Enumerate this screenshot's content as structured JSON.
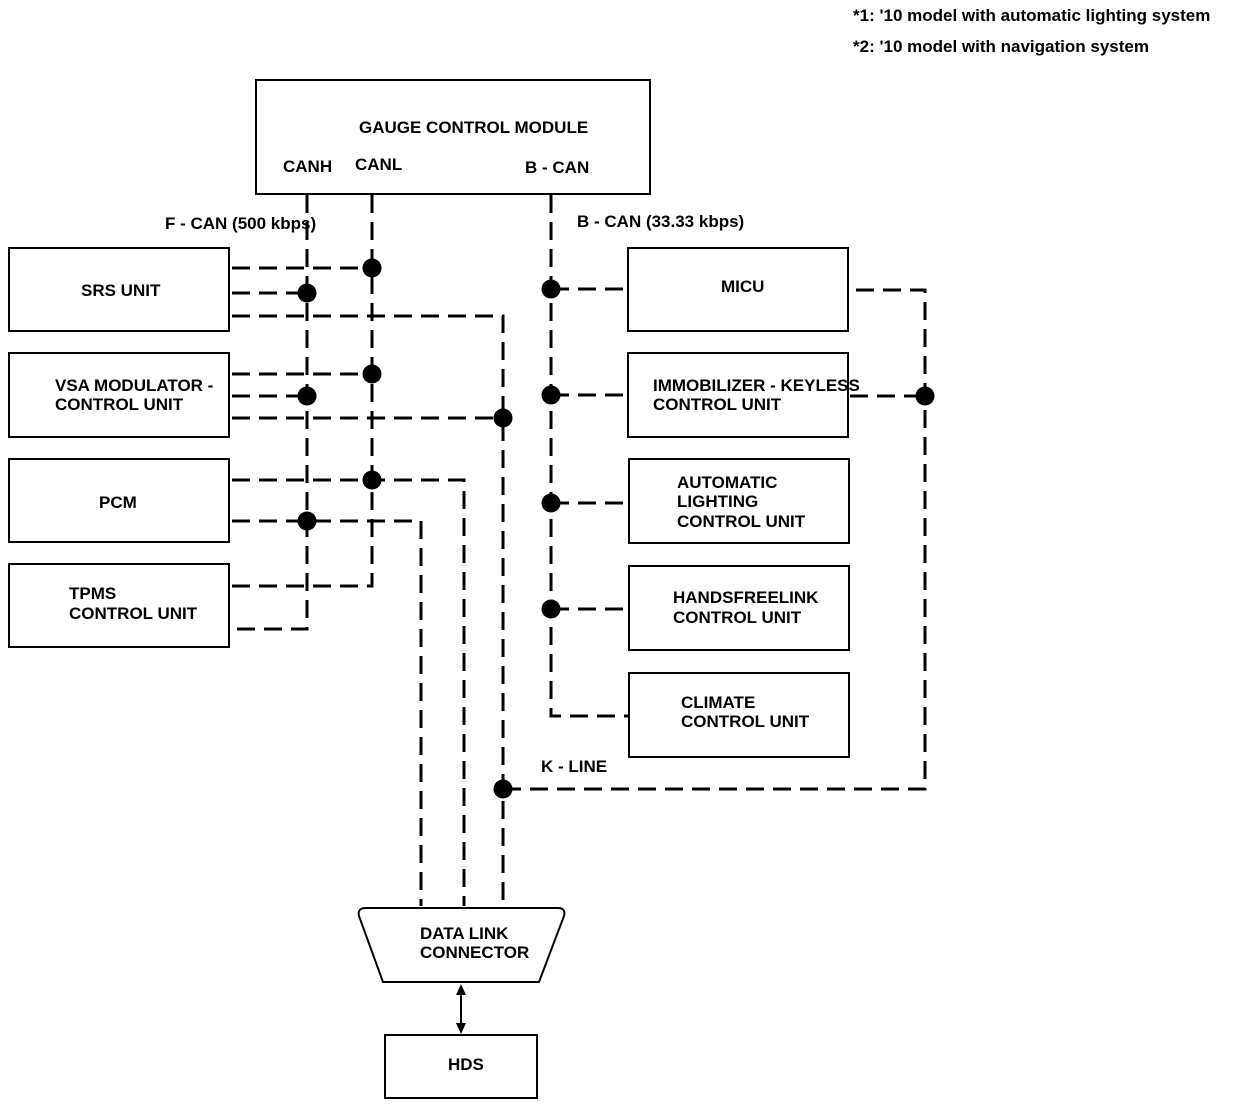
{
  "notes": {
    "note1": "*1: '10 model with automatic lighting system",
    "note2": "*2: '10 model with navigation system"
  },
  "gauge": {
    "title": "GAUGE CONTROL MODULE",
    "canh": "CANH",
    "canl": "CANL",
    "bcan": "B - CAN"
  },
  "bus": {
    "fcan": "F - CAN (500 kbps)",
    "bcan": "B - CAN (33.33 kbps)",
    "kline": "K - LINE"
  },
  "left_units": {
    "srs": "SRS UNIT",
    "vsa_l1": "VSA MODULATOR -",
    "vsa_l2": "CONTROL UNIT",
    "pcm": "PCM",
    "tpms_l1": "TPMS",
    "tpms_l2": "CONTROL UNIT"
  },
  "right_units": {
    "micu": "MICU",
    "immo_l1": "IMMOBILIZER - KEYLESS",
    "immo_l2": "CONTROL UNIT",
    "auto_l1": "AUTOMATIC",
    "auto_l2": "LIGHTING",
    "auto_l3": "CONTROL UNIT",
    "hfl_l1": "HANDSFREELINK",
    "hfl_l2": "CONTROL UNIT",
    "clim_l1": "CLIMATE",
    "clim_l2": "CONTROL UNIT"
  },
  "dlc": {
    "l1": "DATA LINK",
    "l2": "CONNECTOR"
  },
  "hds": "HDS"
}
